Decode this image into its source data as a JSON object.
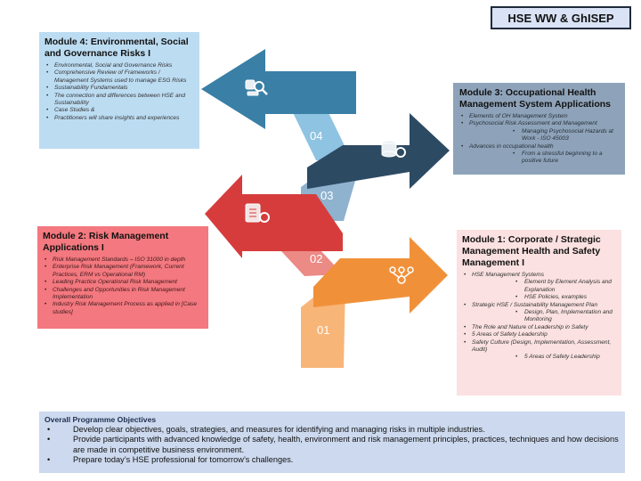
{
  "title": "HSE WW & GhISEP",
  "modules": {
    "m4": {
      "heading": "Module 4: Environmental, Social and Governance Risks I",
      "items": [
        {
          "text": "Environmental, Social and Governance Risks"
        },
        {
          "text": "Comprehensive Review of Frameworks / Management Systems used to manage ESG Risks"
        },
        {
          "text": "Sustainability Fundamentals"
        },
        {
          "text": "The connection and differences between HSE and Sustainability"
        },
        {
          "text": "Case Studies &"
        },
        {
          "text": "Practitioners will share insights and experiences"
        }
      ]
    },
    "m3": {
      "heading": "Module 3: Occupational Health Management System Applications",
      "items": [
        {
          "text": "Elements of OH Management System"
        },
        {
          "text": "Psychosocial Risk Assessment and Management"
        },
        {
          "text": "Managing Psychosocial Hazards at Work - ISO 45003"
        },
        {
          "text": "Advances in occupational health"
        },
        {
          "text": "From a stressful beginning to a positive future"
        }
      ]
    },
    "m2": {
      "heading": "Module 2: Risk Management Applications I",
      "items": [
        {
          "text": "Risk Management Standards – ISO 31000 in depth"
        },
        {
          "text": "Enterprise Risk Management (Framework, Current Practices, ERM vs Operational RM)"
        },
        {
          "text": "Leading Practice Operational Risk Management"
        },
        {
          "text": "Challenges  and Opportunities in Risk Management Implementation"
        },
        {
          "text": "Industry Risk Management Process as applied in [Case studies]"
        }
      ]
    },
    "m1": {
      "heading": "Module 1: Corporate / Strategic Management Health and Safety Management I",
      "items": [
        {
          "text": "HSE Management Systems"
        },
        {
          "text": "Element by Element Analysis and Explanation"
        },
        {
          "text": "HSE Policies, examples"
        },
        {
          "text": "Strategic HSE / Sustainability Management Plan"
        },
        {
          "text": "Design, Plan, Implementation and Monitoring"
        },
        {
          "text": "The Role and Nature of Leadership in Safety"
        },
        {
          "text": "5 Areas of Safety Leadership"
        },
        {
          "text": "Safety Culture (Design, Implementation, Assessment, Audit)"
        },
        {
          "text": "5 Areas of Safety Leadership"
        }
      ]
    }
  },
  "arrows": {
    "n1": "01",
    "n2": "02",
    "n3": "03",
    "n4": "04",
    "colors": {
      "orange": "#f0913a",
      "orange_light": "#f8b578",
      "red": "#d63c3c",
      "red_light": "#ec8a86",
      "navy": "#2d4a63",
      "navy_light": "#8fb2cf",
      "blue": "#3a7fa6",
      "blue_light": "#8ec3e2"
    },
    "icons": [
      "people-network-icon",
      "checklist-icon",
      "database-gear-icon",
      "hand-magnifier-icon"
    ]
  },
  "objectives": {
    "heading": "Overall Programme Objectives",
    "items": [
      {
        "text": "Develop clear objectives, goals, strategies, and measures for identifying and managing risks in   multiple industries."
      },
      {
        "text": " Provide participants with advanced knowledge of safety, health, environment and risk management principles, practices, techniques and how decisions are made in competitive business environment."
      },
      {
        "text": "Prepare today’s HSE professional for tomorrow’s challenges."
      }
    ]
  }
}
